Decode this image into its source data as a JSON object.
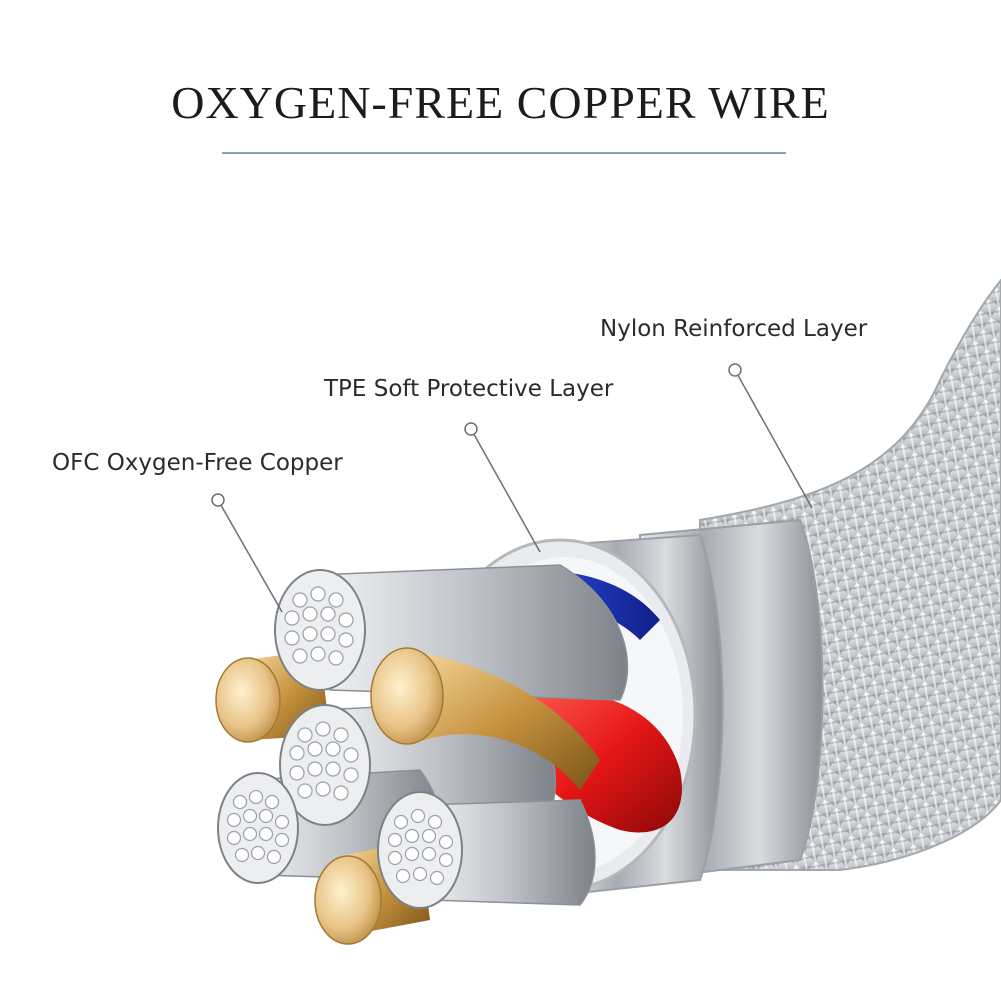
{
  "header": {
    "title": "OXYGEN-FREE COPPER WIRE"
  },
  "labels": {
    "nylon": "Nylon Reinforced Layer",
    "tpe": "TPE Soft Protective Layer",
    "ofc": "OFC Oxygen-Free Copper"
  },
  "colors": {
    "braid": "#cfd2d6",
    "sleeve": "#b8bcc2",
    "blue_insulation": "#1f3bd6",
    "red_insulation": "#e41616",
    "gold_tip": "#e8c487",
    "copper_strand": "#dadde2",
    "title_rule": "#8ea0ad"
  }
}
